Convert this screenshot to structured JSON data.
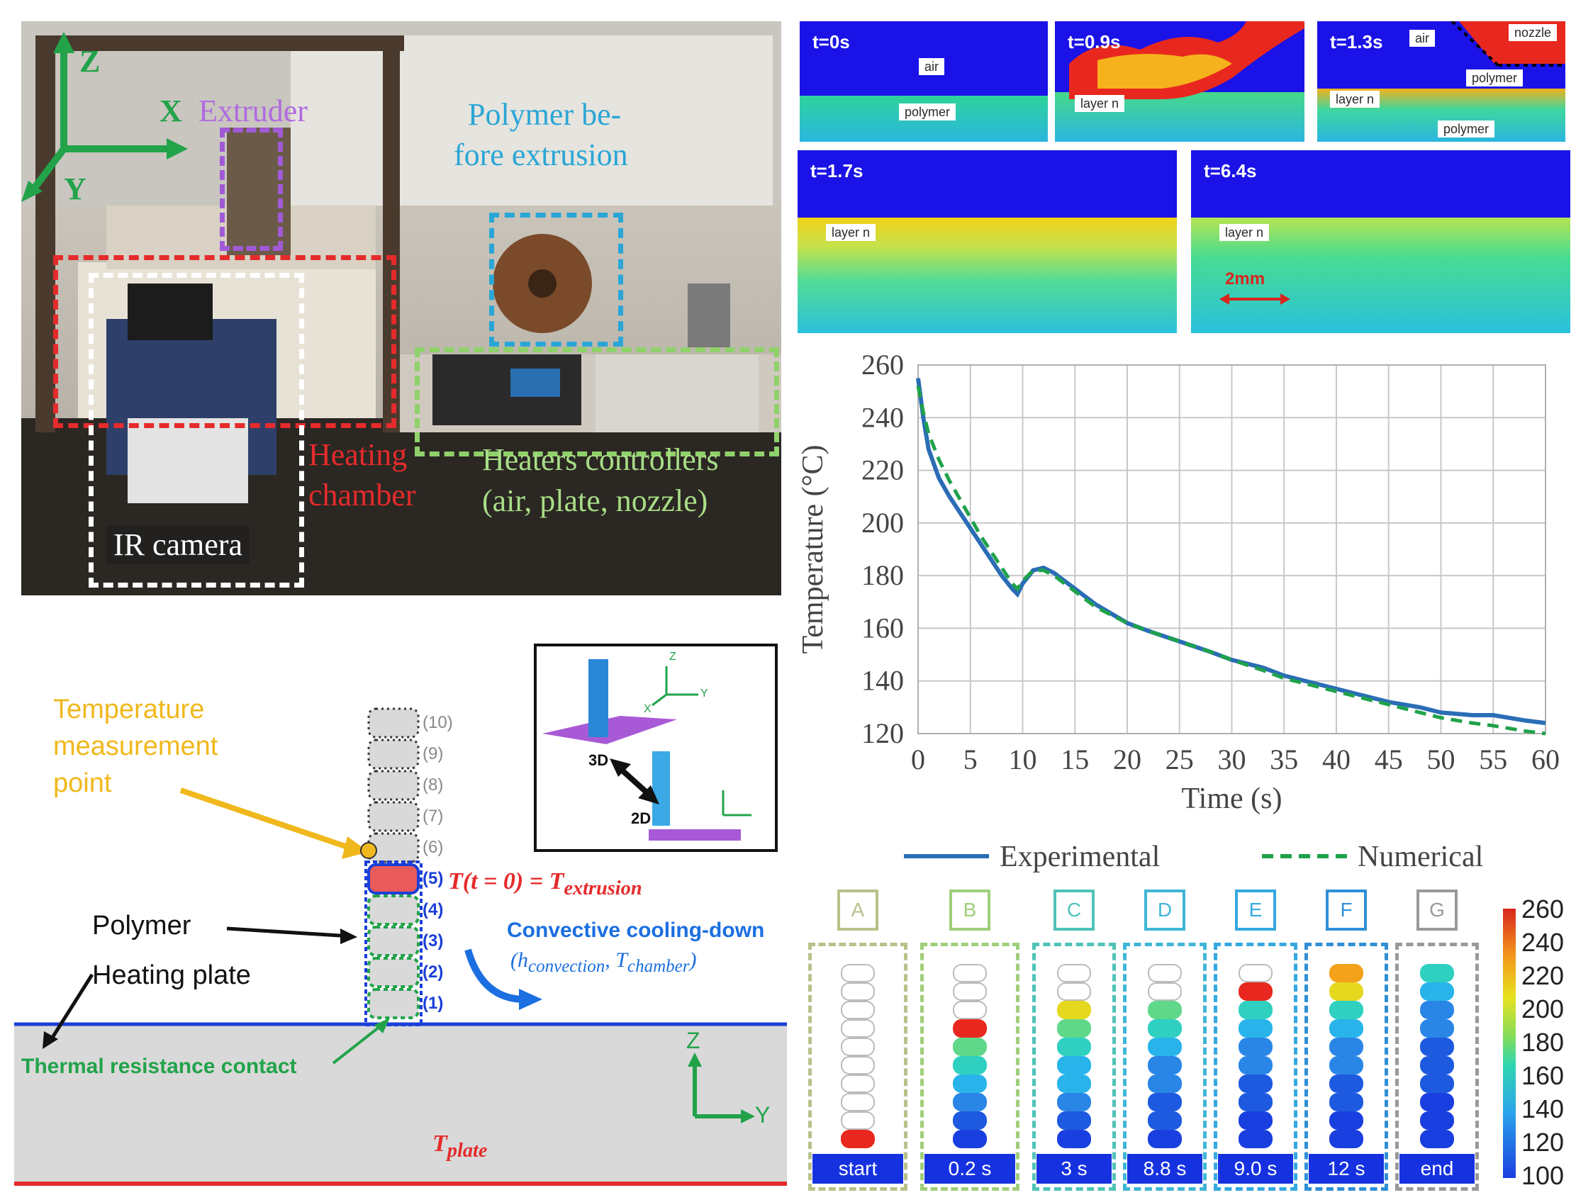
{
  "photo": {
    "labels": {
      "z": "Z",
      "x": "X",
      "y": "Y",
      "extruder": "Extruder",
      "polymer_before_1": "Polymer be-",
      "polymer_before_2": "fore extrusion",
      "heating_1": "Heating",
      "heating_2": "chamber",
      "heaters_1": "Heaters controllers",
      "heaters_2": "(air, plate, nozzle)",
      "ir_camera": "IR camera"
    }
  },
  "simulation": {
    "tiles": [
      {
        "time": "t=0s",
        "tags": [
          "air",
          "polymer"
        ]
      },
      {
        "time": "t=0.9s",
        "tags": [
          "layer n"
        ]
      },
      {
        "time": "t=1.3s",
        "tags": [
          "air",
          "nozzle",
          "polymer",
          "layer n",
          "polymer"
        ]
      },
      {
        "time": "t=1.7s",
        "tags": [
          "layer n"
        ]
      },
      {
        "time": "t=6.4s",
        "tags": [
          "layer n"
        ]
      }
    ],
    "scale_label": "2mm"
  },
  "chart_data": {
    "type": "line",
    "xlabel": "Time (s)",
    "ylabel": "Temperature (°C)",
    "xlim": [
      0,
      60
    ],
    "ylim": [
      120,
      260
    ],
    "xticks": [
      0,
      5,
      10,
      15,
      20,
      25,
      30,
      35,
      40,
      45,
      50,
      55,
      60
    ],
    "yticks": [
      120,
      140,
      160,
      180,
      200,
      220,
      240,
      260
    ],
    "grid": true,
    "legend_position": "bottom",
    "series": [
      {
        "name": "Experimental",
        "color": "#2a6db5",
        "style": "solid",
        "x": [
          0,
          0.5,
          1,
          2,
          3,
          4,
          5,
          6,
          7,
          8,
          9,
          9.5,
          10,
          11,
          12,
          13,
          14,
          15,
          17,
          20,
          22,
          25,
          28,
          30,
          33,
          35,
          38,
          40,
          43,
          45,
          48,
          50,
          53,
          55,
          58,
          60
        ],
        "y": [
          255,
          240,
          228,
          217,
          210,
          204,
          198,
          192,
          186,
          180,
          175,
          173,
          177,
          182,
          183,
          181,
          178,
          175,
          169,
          162,
          159,
          155,
          151,
          148,
          145,
          142,
          139,
          137,
          134,
          132,
          130,
          128,
          127,
          127,
          125,
          124
        ]
      },
      {
        "name": "Numerical",
        "color": "#1fa24a",
        "style": "dashed",
        "x": [
          0,
          0.5,
          1,
          2,
          3,
          4,
          5,
          6,
          7,
          8,
          9,
          9.5,
          10,
          11,
          12,
          13,
          14,
          15,
          17,
          20,
          22,
          25,
          28,
          30,
          33,
          35,
          38,
          40,
          43,
          45,
          48,
          50,
          53,
          55,
          58,
          60
        ],
        "y": [
          252,
          242,
          234,
          224,
          216,
          209,
          202,
          195,
          189,
          183,
          177,
          175,
          178,
          182,
          182,
          180,
          177,
          174,
          168,
          162,
          159,
          155,
          151,
          148,
          144,
          141,
          138,
          136,
          133,
          131,
          128,
          126,
          124,
          123,
          121,
          120
        ]
      }
    ]
  },
  "schematic": {
    "temp_point_1": "Temperature",
    "temp_point_2": "measurement",
    "temp_point_3": "point",
    "polymer": "Polymer",
    "heating_plate": "Heating plate",
    "thermal_contact": "Thermal resistance contact",
    "convective_1": "Convective cooling-down",
    "convective_2": "(h",
    "convective_sub1": "convection",
    "convective_mid": ", T",
    "convective_sub2": "chamber",
    "convective_end": ")",
    "t_init_pre": "T(t = 0) = T",
    "t_init_sub": "extrusion",
    "t_plate": "T",
    "t_plate_sub": "plate",
    "axis_z": "Z",
    "axis_y": "Y",
    "layers": [
      "(10)",
      "(9)",
      "(8)",
      "(7)",
      "(6)",
      "(5)",
      "(4)",
      "(3)",
      "(2)",
      "(1)"
    ],
    "inset_3d": "3D",
    "inset_2d": "2D",
    "inset_z": "Z",
    "inset_y": "Y",
    "inset_x": "X"
  },
  "columns": {
    "headers": [
      "A",
      "B",
      "C",
      "D",
      "E",
      "F",
      "G"
    ],
    "times": [
      "start",
      "0.2 s",
      "3 s",
      "8.8 s",
      "9.0 s",
      "12 s",
      "end"
    ],
    "colorbar_ticks": [
      "260",
      "240",
      "220",
      "200",
      "180",
      "160",
      "140",
      "120",
      "100"
    ]
  }
}
